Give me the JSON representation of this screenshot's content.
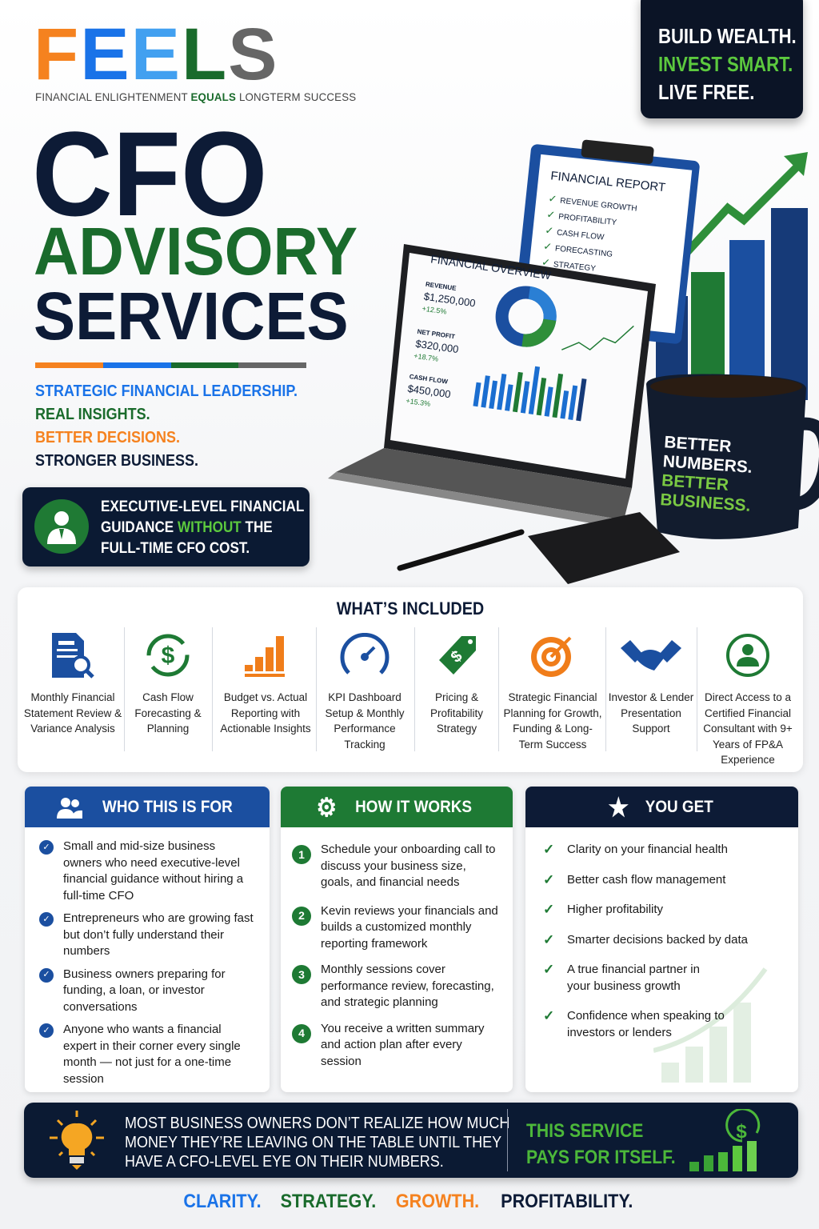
{
  "brand": {
    "letters": [
      "F",
      "E",
      "E",
      "L",
      "S"
    ],
    "letter_colors": [
      "#f5821f",
      "#1a73e8",
      "#42a0f0",
      "#1a6b2c",
      "#666666"
    ],
    "tagline_pre": "FINANCIAL ENLIGHTENMENT ",
    "tagline_em": "EQUALS",
    "tagline_post": " LONGTERM SUCCESS"
  },
  "motto": [
    "BUILD WEALTH.",
    "INVEST SMART.",
    "LIVE FREE."
  ],
  "title": {
    "line1": "CFO",
    "line2": "ADVISORY",
    "line3": "SERVICES"
  },
  "color_bar": [
    "#f5821f",
    "#1a73e8",
    "#1a6b2c",
    "#666666"
  ],
  "taglines": [
    {
      "text": "STRATEGIC FINANCIAL LEADERSHIP.",
      "color": "#1a73e8"
    },
    {
      "text": "REAL INSIGHTS.",
      "color": "#1a6b2c"
    },
    {
      "text": "BETTER DECISIONS.",
      "color": "#f5821f"
    },
    {
      "text": "STRONGER BUSINESS.",
      "color": "#0d1b36"
    }
  ],
  "exec": {
    "l1": "EXECUTIVE-LEVEL FINANCIAL",
    "l2a": "GUIDANCE ",
    "l2b": "WITHOUT",
    "l2c": " THE",
    "l3": "FULL-TIME CFO COST."
  },
  "hero": {
    "report_title": "FINANCIAL REPORT",
    "report_items": [
      "REVENUE GROWTH",
      "PROFITABILITY",
      "CASH FLOW",
      "FORECASTING",
      "STRATEGY"
    ],
    "overview_title": "FINANCIAL OVERVIEW",
    "metrics": [
      {
        "label": "REVENUE",
        "value": "$1,250,000",
        "change": "+12.5%"
      },
      {
        "label": "NET PROFIT",
        "value": "$320,000",
        "change": "+18.7%"
      },
      {
        "label": "CASH FLOW",
        "value": "$450,000",
        "change": "+15.3%"
      }
    ],
    "mug": {
      "l1": "BETTER",
      "l2": "NUMBERS.",
      "l3": "BETTER",
      "l4": "BUSINESS."
    }
  },
  "included": {
    "title": "WHAT’S INCLUDED",
    "items": [
      {
        "icon": "document-search-icon",
        "label": "Monthly Financial Statement Review & Variance Analysis"
      },
      {
        "icon": "cash-cycle-icon",
        "label": "Cash Flow Forecasting & Planning"
      },
      {
        "icon": "bar-chart-icon",
        "label": "Budget vs. Actual Reporting with Actionable Insights"
      },
      {
        "icon": "speedometer-icon",
        "label": "KPI Dashboard Setup & Monthly Performance Tracking"
      },
      {
        "icon": "price-tag-icon",
        "label": "Pricing & Profitability Strategy"
      },
      {
        "icon": "target-icon",
        "label": "Strategic Financial Planning for Growth, Funding & Long-Term Success"
      },
      {
        "icon": "handshake-icon",
        "label": "Investor & Lender Presentation Support"
      },
      {
        "icon": "user-circle-icon",
        "label": "Direct Access to a Certified Financial Consultant with 9+ Years of FP&A Experience"
      }
    ]
  },
  "who": {
    "title": "WHO THIS IS FOR",
    "items": [
      "Small and mid-size business owners who need executive-level financial guidance without hiring a full-time CFO",
      "Entrepreneurs who are growing fast but don’t fully understand their numbers",
      "Business owners preparing for funding, a loan, or investor conversations",
      "Anyone who wants a financial expert in their corner every single month — not just for a one-time session"
    ]
  },
  "how": {
    "title": "HOW IT WORKS",
    "steps": [
      {
        "n": "1",
        "text": "Schedule your onboarding call to discuss your business size, goals, and financial needs"
      },
      {
        "n": "2",
        "text": "Kevin reviews your financials and builds a customized monthly reporting framework"
      },
      {
        "n": "3",
        "text": "Monthly sessions cover performance review, forecasting, and strategic planning"
      },
      {
        "n": "4",
        "text": "You receive a written summary and action plan after every session"
      }
    ]
  },
  "get": {
    "title": "YOU GET",
    "items": [
      "Clarity on your financial health",
      "Better cash flow management",
      "Higher profitability",
      "Smarter decisions backed by data",
      "A true financial partner in your business growth",
      "Confidence when speaking to investors or lenders"
    ]
  },
  "banner": {
    "message_lines": [
      "MOST BUSINESS OWNERS DON’T REALIZE HOW MUCH",
      "MONEY THEY’RE LEAVING ON THE TABLE UNTIL THEY",
      "HAVE A CFO-LEVEL EYE ON THEIR NUMBERS."
    ],
    "pays_l1": "THIS SERVICE",
    "pays_l2": "PAYS FOR ITSELF."
  },
  "footer": [
    {
      "text": "CLARITY.",
      "color": "#1a73e8"
    },
    {
      "text": "STRATEGY.",
      "color": "#1a6b2c"
    },
    {
      "text": "GROWTH.",
      "color": "#f5821f"
    },
    {
      "text": "PROFITABILITY.",
      "color": "#0d1b36"
    }
  ]
}
